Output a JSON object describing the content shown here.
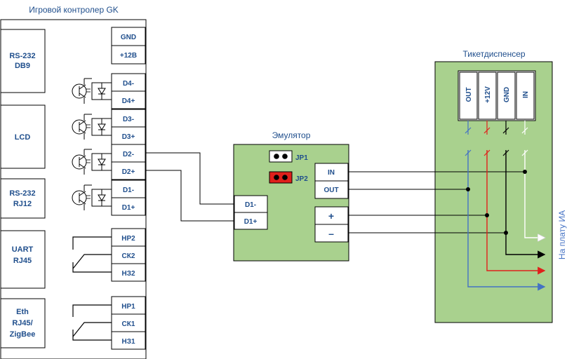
{
  "controller": {
    "title": "Игровой контролер GK",
    "interfaces": [
      {
        "id": "rs232-db9",
        "lines": [
          "RS-232",
          "DB9"
        ]
      },
      {
        "id": "lcd",
        "lines": [
          "LCD"
        ]
      },
      {
        "id": "rs232-rj12",
        "lines": [
          "RS-232",
          "RJ12"
        ]
      },
      {
        "id": "uart-rj45",
        "lines": [
          "UART",
          "RJ45"
        ]
      },
      {
        "id": "eth-rj45-zigbee",
        "lines": [
          "Eth",
          "RJ45/",
          "ZigBee"
        ]
      }
    ],
    "terminals": [
      "GND",
      "+12В",
      "D4-",
      "D4+",
      "D3-",
      "D3+",
      "D2-",
      "D2+",
      "D1-",
      "D1+",
      "НР2",
      "СК2",
      "НЗ2",
      "НР1",
      "СК1",
      "НЗ1"
    ]
  },
  "emulator": {
    "title": "Эмулятор",
    "jumpers": [
      {
        "label": "JP1",
        "color": "#ffffff"
      },
      {
        "label": "JP2",
        "color": "#E0201B"
      }
    ],
    "inputs": [
      "D1-",
      "D1+"
    ],
    "outputs": [
      "IN",
      "OUT"
    ],
    "power": [
      "+",
      "–"
    ]
  },
  "dispenser": {
    "title": "Тикетдиспенсер",
    "pins": [
      "OUT",
      "+12V",
      "GND",
      "IN"
    ]
  },
  "side_label": "На плату ИА",
  "colors": {
    "board_green": "#A9D18E",
    "text_blue": "#1F4E8C",
    "wire_black": "#000000",
    "wire_red": "#E0201B",
    "wire_blue": "#4472C4",
    "wire_white": "#ffffff"
  }
}
